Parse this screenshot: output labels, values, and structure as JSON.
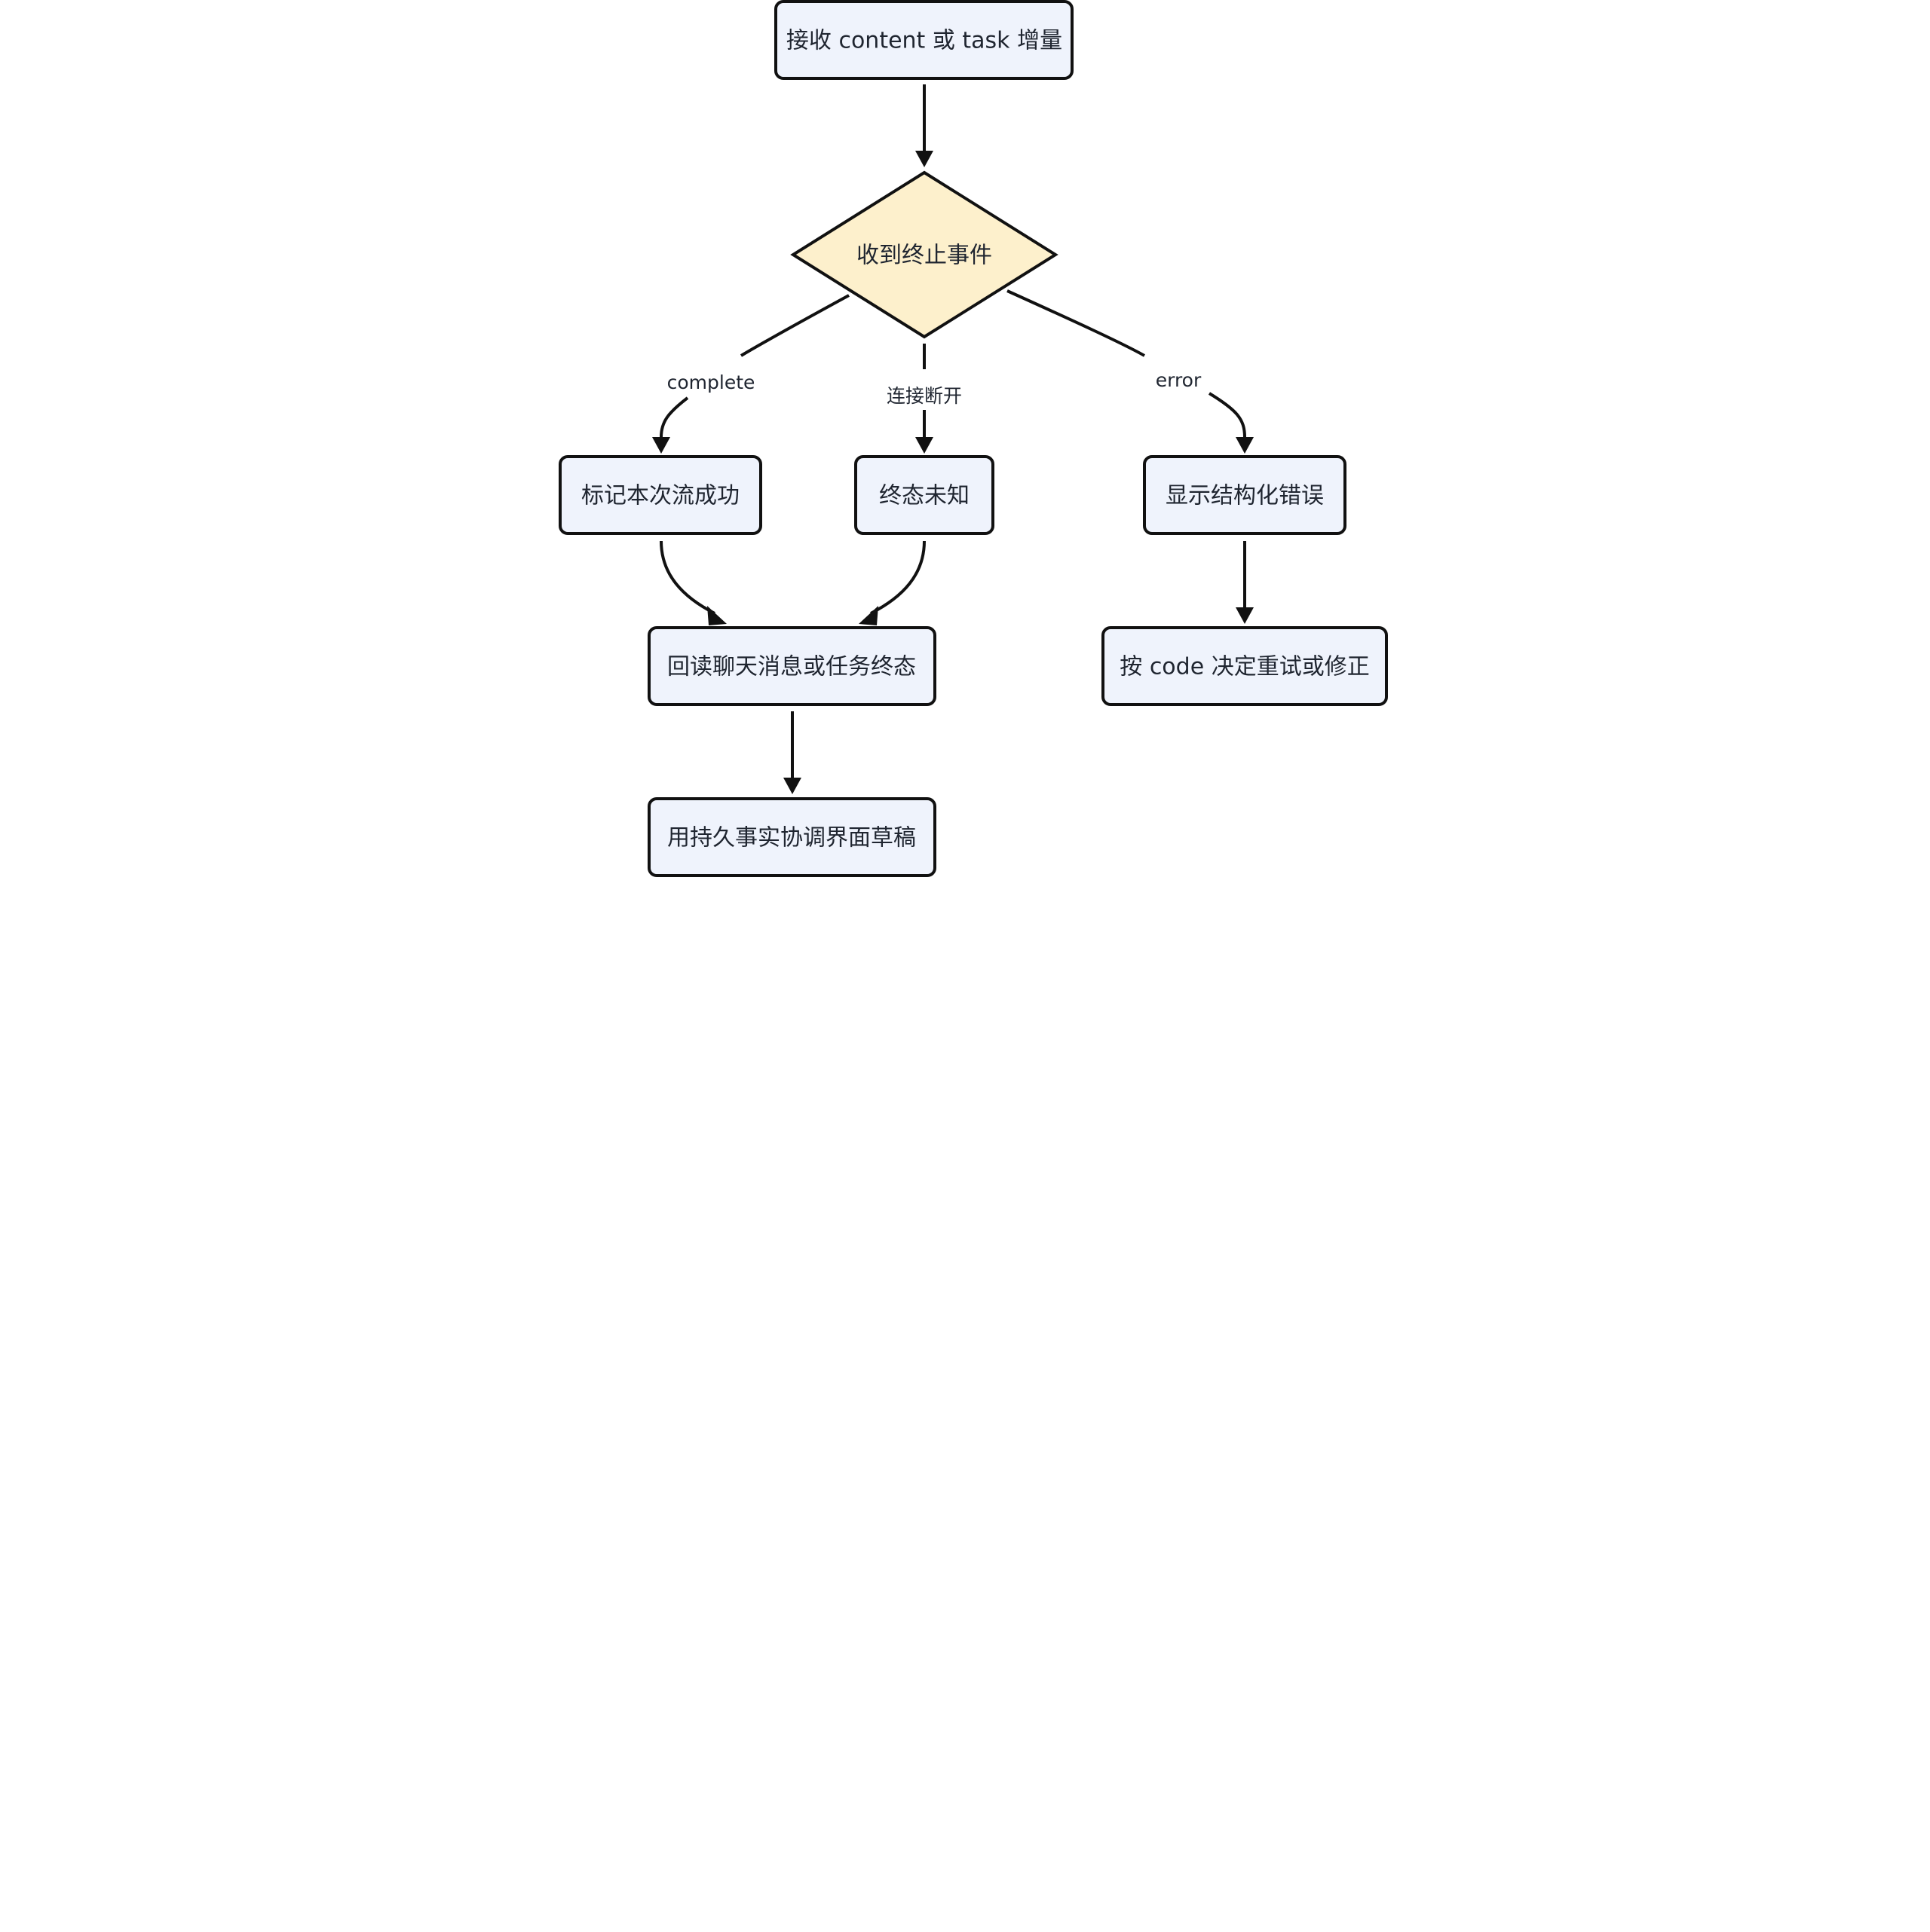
{
  "colors": {
    "process_fill": "#eff3fc",
    "decision_fill": "#fdf0cc",
    "stroke": "#111111",
    "text": "#1f2530"
  },
  "nodes": {
    "receive": "接收 content 或 task 增量",
    "decision": "收到终止事件",
    "mark_success": "标记本次流成功",
    "unknown_state": "终态未知",
    "show_error": "显示结构化错误",
    "readback": "回读聊天消息或任务终态",
    "retry_fix": "按 code 决定重试或修正",
    "reconcile": "用持久事实协调界面草稿"
  },
  "edges": {
    "complete": "complete",
    "disconnect": "连接断开",
    "error": "error"
  }
}
